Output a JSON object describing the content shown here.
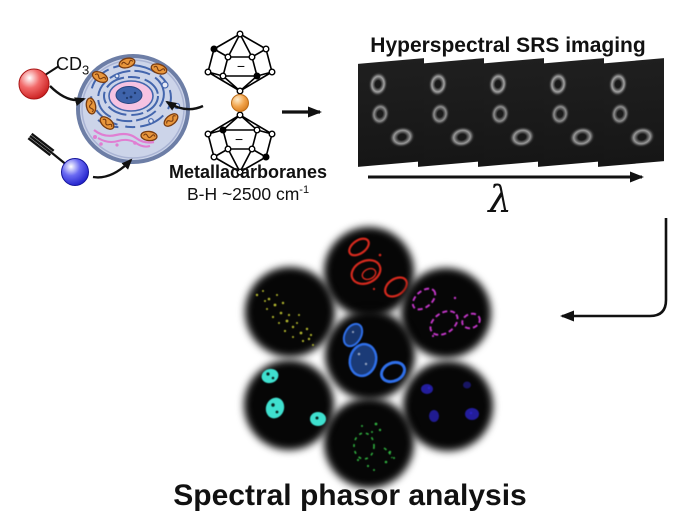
{
  "panel_cell": {
    "cd3_label": {
      "main": "CD",
      "sub": "3"
    },
    "metallacarboranes_label": "Metallacarboranes",
    "bh_label": {
      "main": "B-H ~2500 cm",
      "sup": "-1"
    },
    "minus_charge": "−",
    "colors": {
      "red_probe": "#da2828",
      "blue_probe": "#3030d8",
      "cobalt_center": "#f0a455",
      "cell_fill": "#ccd4e9",
      "membrane": "#6d7ea6",
      "nucleus_pink": "#f6c3e2",
      "chromatin_blue": "#3e63ab",
      "mitochondria_orange": "#e8963c",
      "golgi_pink": "#e07ed2"
    }
  },
  "panel_srs": {
    "title": "Hyperspectral SRS imaging",
    "lambda_label": "λ",
    "frame_count": 5
  },
  "panel_phasor": {
    "title": "Spectral phasor analysis",
    "circles": [
      {
        "name": "red",
        "color": "#d62a1e"
      },
      {
        "name": "yellow",
        "color": "#b4b82e"
      },
      {
        "name": "magenta",
        "color": "#c437c9"
      },
      {
        "name": "blue",
        "color": "#2f6fe8"
      },
      {
        "name": "cyan",
        "color": "#3fe0cf"
      },
      {
        "name": "green",
        "color": "#2fae3e"
      },
      {
        "name": "indigo",
        "color": "#2a23c0"
      }
    ]
  }
}
